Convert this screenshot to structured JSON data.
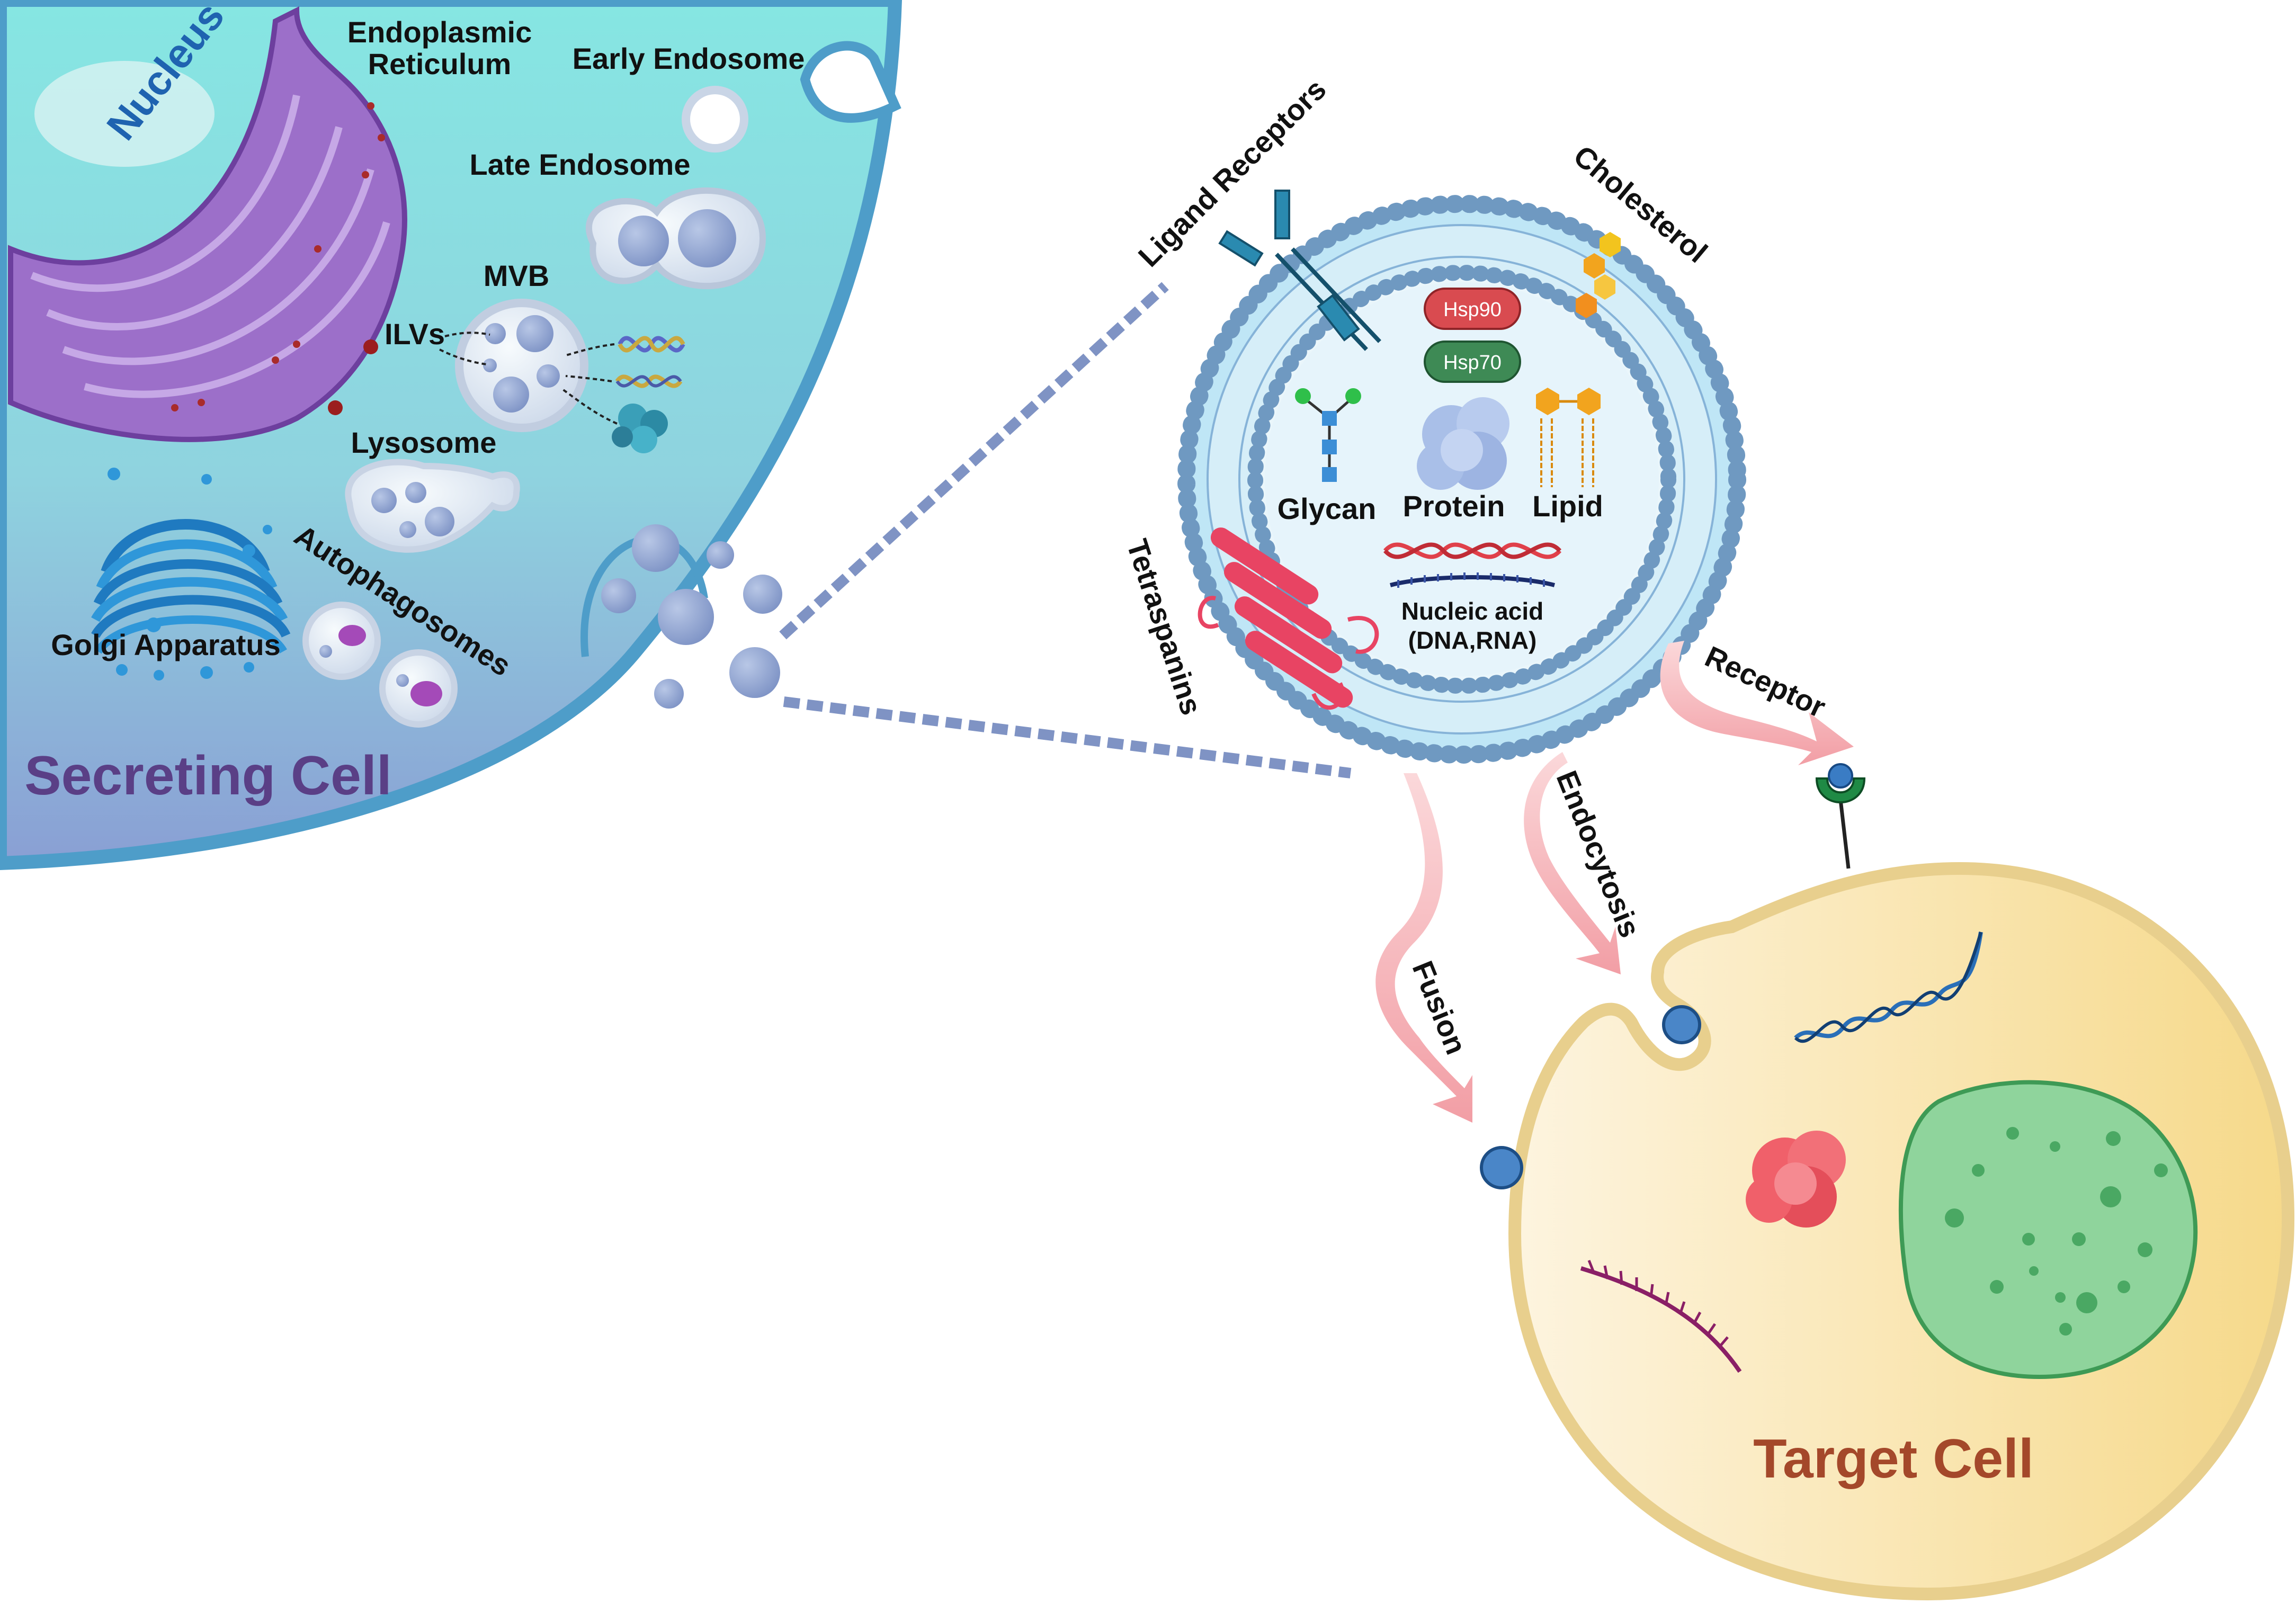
{
  "secreting_cell": {
    "title": "Secreting Cell",
    "nucleus": "Nucleus",
    "endoplasmic_reticulum_line1": "Endoplasmic",
    "endoplasmic_reticulum_line2": "Reticulum",
    "early_endosome": "Early Endosome",
    "late_endosome": "Late Endosome",
    "mvb": "MVB",
    "ilvs": "ILVs",
    "lysosome": "Lysosome",
    "golgi": "Golgi Apparatus",
    "autophagosomes": "Autophagosomes"
  },
  "exosome": {
    "ligand_receptors": "Ligand Receptors",
    "cholesterol": "Cholesterol",
    "hsp90": "Hsp90",
    "hsp70": "Hsp70",
    "glycan": "Glycan",
    "protein": "Protein",
    "lipid": "Lipid",
    "nucleic_acid_line1": "Nucleic acid",
    "nucleic_acid_line2": "(DNA,RNA)",
    "tetraspanins": "Tetraspanins"
  },
  "uptake": {
    "receptor": "Receptor",
    "endocytosis": "Endocytosis",
    "fusion": "Fusion"
  },
  "target_cell": {
    "title": "Target Cell"
  },
  "colors": {
    "secreting_title": "#5a3f86",
    "nucleus_label": "#1f63b0",
    "target_title": "#a4482a",
    "hsp90": "#d94b50",
    "hsp70": "#3e8a55",
    "arrow": "#f4b7bb",
    "dots": "#7f93c4"
  }
}
